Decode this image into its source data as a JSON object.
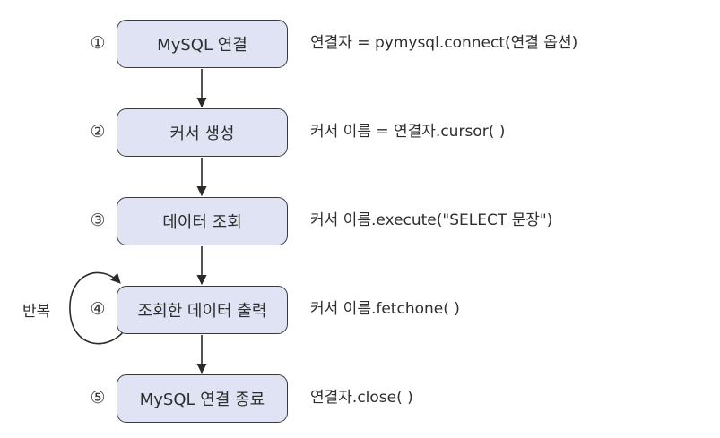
{
  "diagram": {
    "steps": [
      {
        "number": "①",
        "label": "MySQL 연결",
        "code": "연결자 = pymysql.connect(연결 옵션)"
      },
      {
        "number": "②",
        "label": "커서 생성",
        "code": "커서 이름 = 연결자.cursor( )"
      },
      {
        "number": "③",
        "label": "데이터 조회",
        "code": "커서 이름.execute(\"SELECT 문장\")"
      },
      {
        "number": "④",
        "label": "조회한 데이터 출력",
        "code": "커서 이름.fetchone( )"
      },
      {
        "number": "⑤",
        "label": "MySQL 연결 종료",
        "code": "연결자.close( )"
      }
    ],
    "loop_label": "반복",
    "colors": {
      "box_fill": "#dfe3f3",
      "box_border": "#3a3a3a",
      "arrow": "#2a2a2a"
    }
  }
}
